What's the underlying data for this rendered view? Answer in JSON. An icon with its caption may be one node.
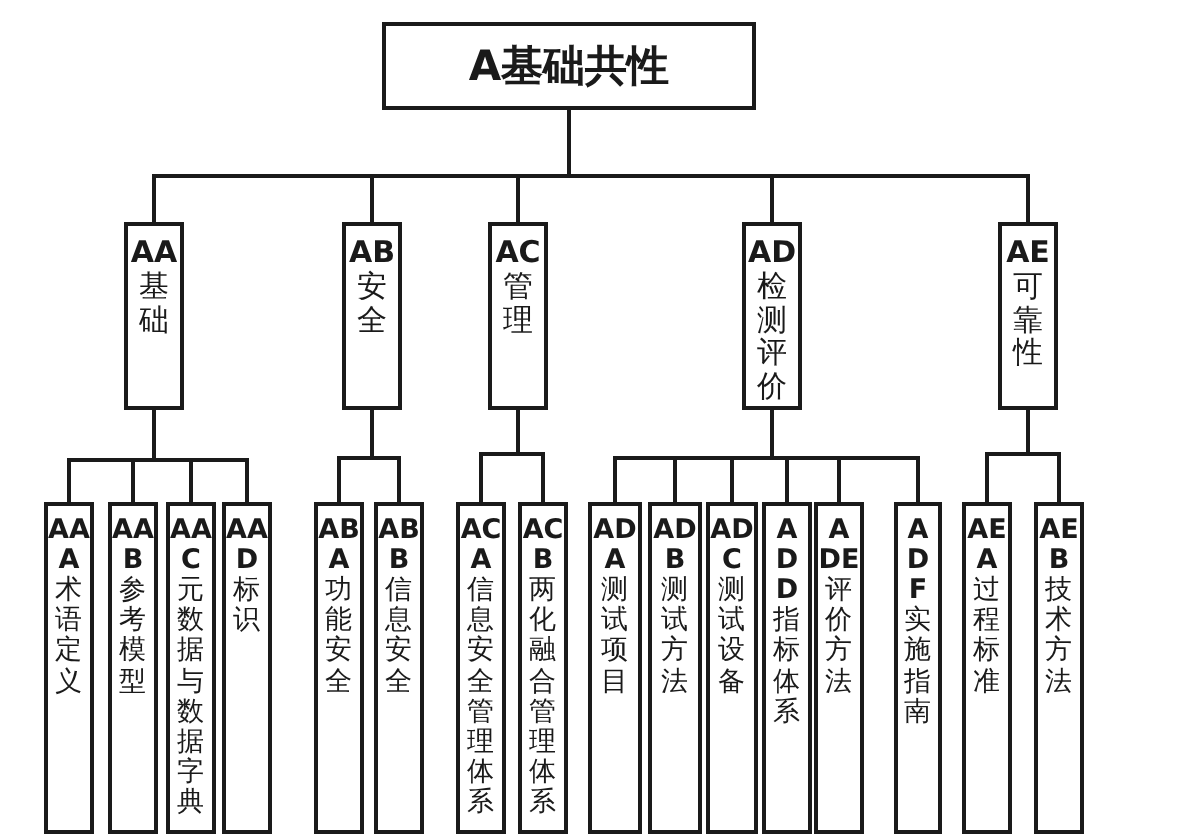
{
  "diagram": {
    "nodes": [
      {
        "text": [
          "A基础共性"
        ]
      },
      {
        "text": [
          "**AA**基础"
        ]
      },
      {
        "text": [
          "**AB**安全"
        ]
      },
      {
        "text": [
          "**AC**管理"
        ]
      },
      {
        "text": [
          "**AD**检测评价"
        ]
      },
      {
        "text": [
          "**AE**可靠性"
        ]
      },
      {
        "text": [
          "**AAA**术语定义"
        ]
      },
      {
        "text": [
          "**AAB**参考模型"
        ]
      },
      {
        "text": [
          "**AAC**元数据与数据字典"
        ]
      },
      {
        "text": [
          "**AAD**标识"
        ]
      },
      {
        "text": [
          "**ABA**功能安全"
        ]
      },
      {
        "text": [
          "**ABB**信息安全"
        ]
      },
      {
        "text": [
          "**ACA**信息安全管理体系"
        ]
      },
      {
        "text": [
          "**ACB**两化融合管理体系"
        ]
      },
      {
        "text": [
          "**ADA**测试项目"
        ]
      },
      {
        "text": [
          "**ADB**测试方法"
        ]
      },
      {
        "text": [
          "**ADC**测试设备"
        ]
      },
      {
        "text": [
          "**ADD**指标体系"
        ]
      },
      {
        "text": [
          "**ADE**评价方法"
        ]
      },
      {
        "text": [
          "**ADF**实施指南"
        ]
      },
      {
        "text": [
          "**AEA**过程标准"
        ]
      },
      {
        "text": [
          "**AEB**技术方法"
        ]
      }
    ],
    "edges": [
      {
        "from": 0,
        "to": 1,
        "arrow": "none"
      },
      {
        "from": 0,
        "to": 2,
        "arrow": "none"
      },
      {
        "from": 0,
        "to": 3,
        "arrow": "none"
      },
      {
        "from": 0,
        "to": 4,
        "arrow": "none"
      },
      {
        "from": 0,
        "to": 5,
        "arrow": "none"
      },
      {
        "from": 1,
        "to": 6,
        "arrow": "none"
      },
      {
        "from": 1,
        "to": 7,
        "arrow": "none"
      },
      {
        "from": 1,
        "to": 8,
        "arrow": "none"
      },
      {
        "from": 1,
        "to": 9,
        "arrow": "none"
      },
      {
        "from": 2,
        "to": 10,
        "arrow": "none"
      },
      {
        "from": 2,
        "to": 11,
        "arrow": "none"
      },
      {
        "from": 3,
        "to": 12,
        "arrow": "none"
      },
      {
        "from": 3,
        "to": 13,
        "arrow": "none"
      },
      {
        "from": 4,
        "to": 14,
        "arrow": "none"
      },
      {
        "from": 4,
        "to": 15,
        "arrow": "none"
      },
      {
        "from": 4,
        "to": 16,
        "arrow": "none"
      },
      {
        "from": 4,
        "to": 17,
        "arrow": "none"
      },
      {
        "from": 4,
        "to": 18,
        "arrow": "none"
      },
      {
        "from": 4,
        "to": 19,
        "arrow": "none"
      },
      {
        "from": 5,
        "to": 20,
        "arrow": "none"
      },
      {
        "from": 5,
        "to": 21,
        "arrow": "none"
      }
    ]
  }
}
